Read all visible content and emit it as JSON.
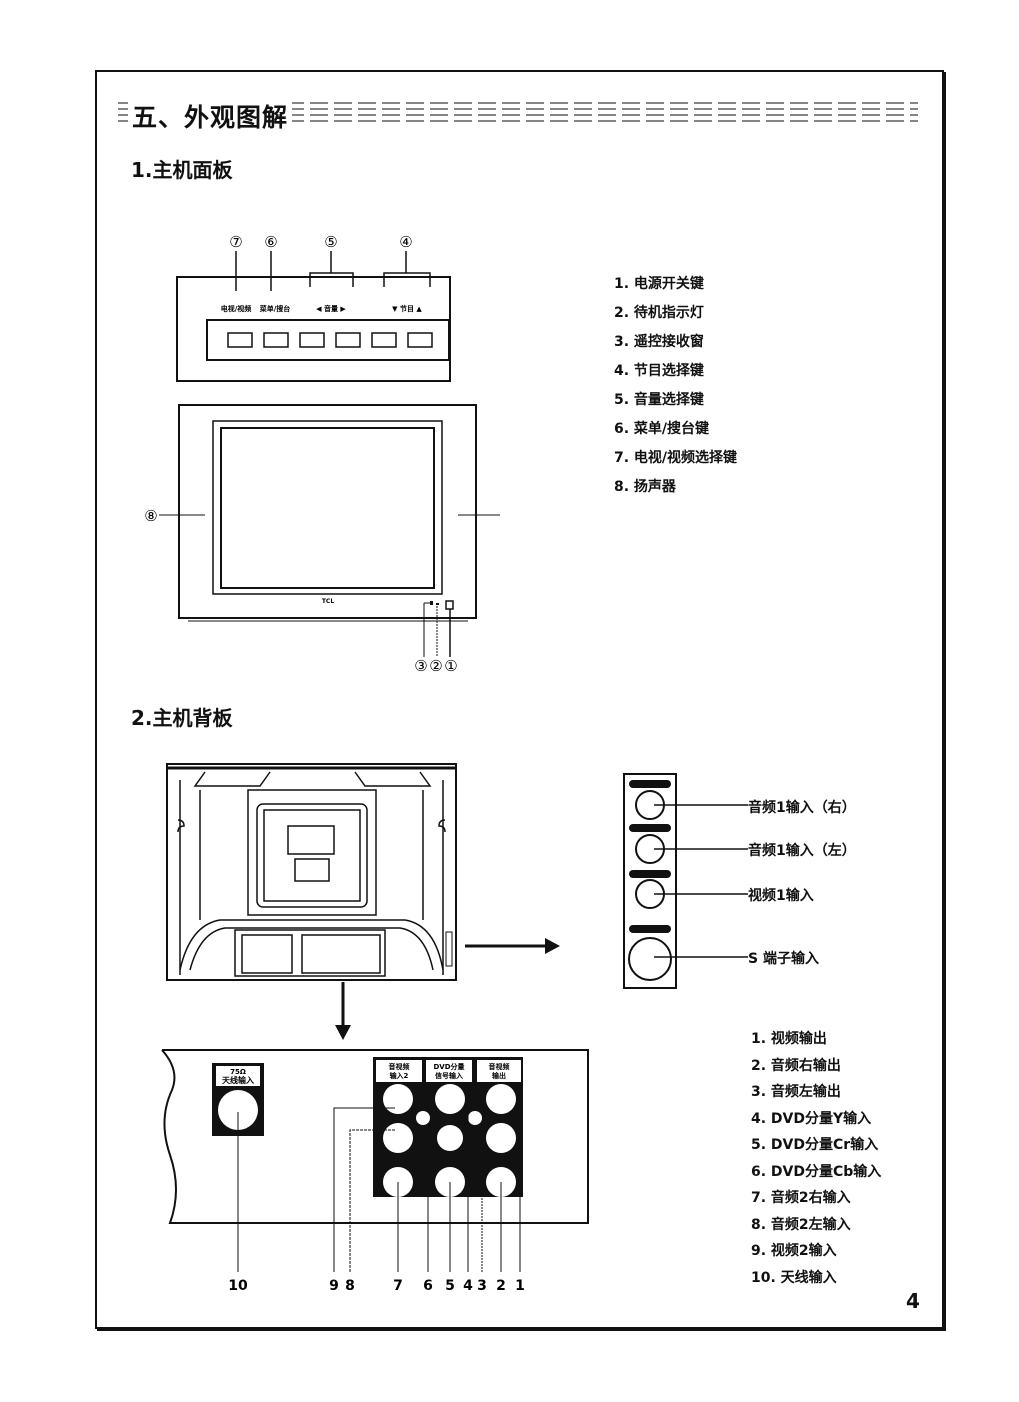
{
  "page": {
    "title": "五、外观图解",
    "page_number": "4"
  },
  "front": {
    "heading": "1.主机面板",
    "panel_labels": [
      "电视/视频",
      "菜单/搜台",
      "◀ 音量 ▶",
      "▼ 节目 ▲"
    ],
    "callouts_top": [
      "⑦",
      "⑥",
      "⑤",
      "④"
    ],
    "callouts_side": [
      "⑧",
      "⑧"
    ],
    "callouts_bottom": [
      "③",
      "②",
      "①"
    ],
    "brand": "TCL",
    "legend": [
      "1. 电源开关键",
      "2. 待机指示灯",
      "3. 遥控接收窗",
      "4. 节目选择键",
      "5. 音量选择键",
      "6. 菜单/搜台键",
      "7. 电视/视频选择键",
      "8. 扬声器"
    ]
  },
  "back": {
    "heading": "2.主机背板",
    "side_jacks": [
      "音频1输入（右）",
      "音频1输入（左）",
      "视频1输入",
      "S 端子输入"
    ],
    "antenna_label_line1": "75Ω",
    "antenna_label_line2": "天线输入",
    "group_headers": [
      {
        "line1": "音视频",
        "line2": "输入2"
      },
      {
        "line1": "DVD分量",
        "line2": "信号输入"
      },
      {
        "line1": "音视频",
        "line2": "输出"
      }
    ],
    "jack_numbers": [
      "10",
      "9",
      "8",
      "7",
      "6",
      "5",
      "4",
      "3",
      "2",
      "1"
    ],
    "legend": [
      "1. 视频输出",
      "2. 音频右输出",
      "3. 音频左输出",
      "4. DVD分量Y输入",
      "5. DVD分量Cr输入",
      "6. DVD分量Cb输入",
      "7. 音频2右输入",
      "8. 音频2左输入",
      "9. 视频2输入",
      "10. 天线输入"
    ]
  }
}
